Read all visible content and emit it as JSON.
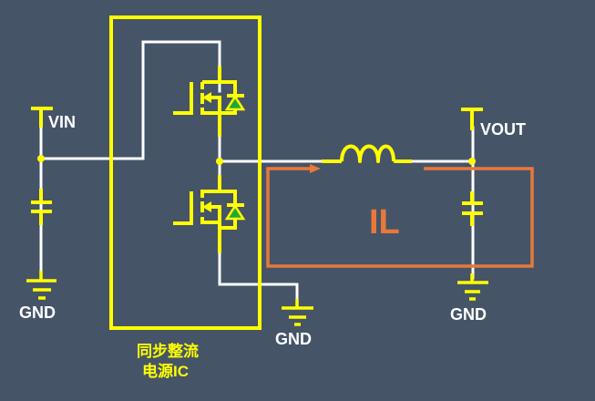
{
  "colors": {
    "background": "#465468",
    "wire": "#ffffff",
    "component": "#ffff00",
    "diode_fill": "#22aa33",
    "current_loop": "#e8793a",
    "text": "#ffffff"
  },
  "labels": {
    "vin": "VIN",
    "vout": "VOUT",
    "gnd_left": "GND",
    "gnd_middle": "GND",
    "gnd_right": "GND",
    "il": "IL",
    "ic_line1": "同步整流",
    "ic_line2": "电源IC"
  },
  "components": [
    {
      "type": "power-rail",
      "name": "VIN"
    },
    {
      "type": "capacitor",
      "name": "input-capacitor"
    },
    {
      "type": "ground",
      "name": "input-ground"
    },
    {
      "type": "ic-block",
      "name": "synchronous-rectifier-ic"
    },
    {
      "type": "mosfet",
      "name": "high-side-mosfet",
      "body_diode": true
    },
    {
      "type": "mosfet",
      "name": "low-side-mosfet",
      "body_diode": true
    },
    {
      "type": "ground",
      "name": "ic-ground"
    },
    {
      "type": "inductor",
      "name": "output-inductor"
    },
    {
      "type": "power-rail",
      "name": "VOUT"
    },
    {
      "type": "capacitor",
      "name": "output-capacitor"
    },
    {
      "type": "ground",
      "name": "output-ground"
    },
    {
      "type": "current-loop",
      "name": "inductor-current-IL"
    }
  ]
}
